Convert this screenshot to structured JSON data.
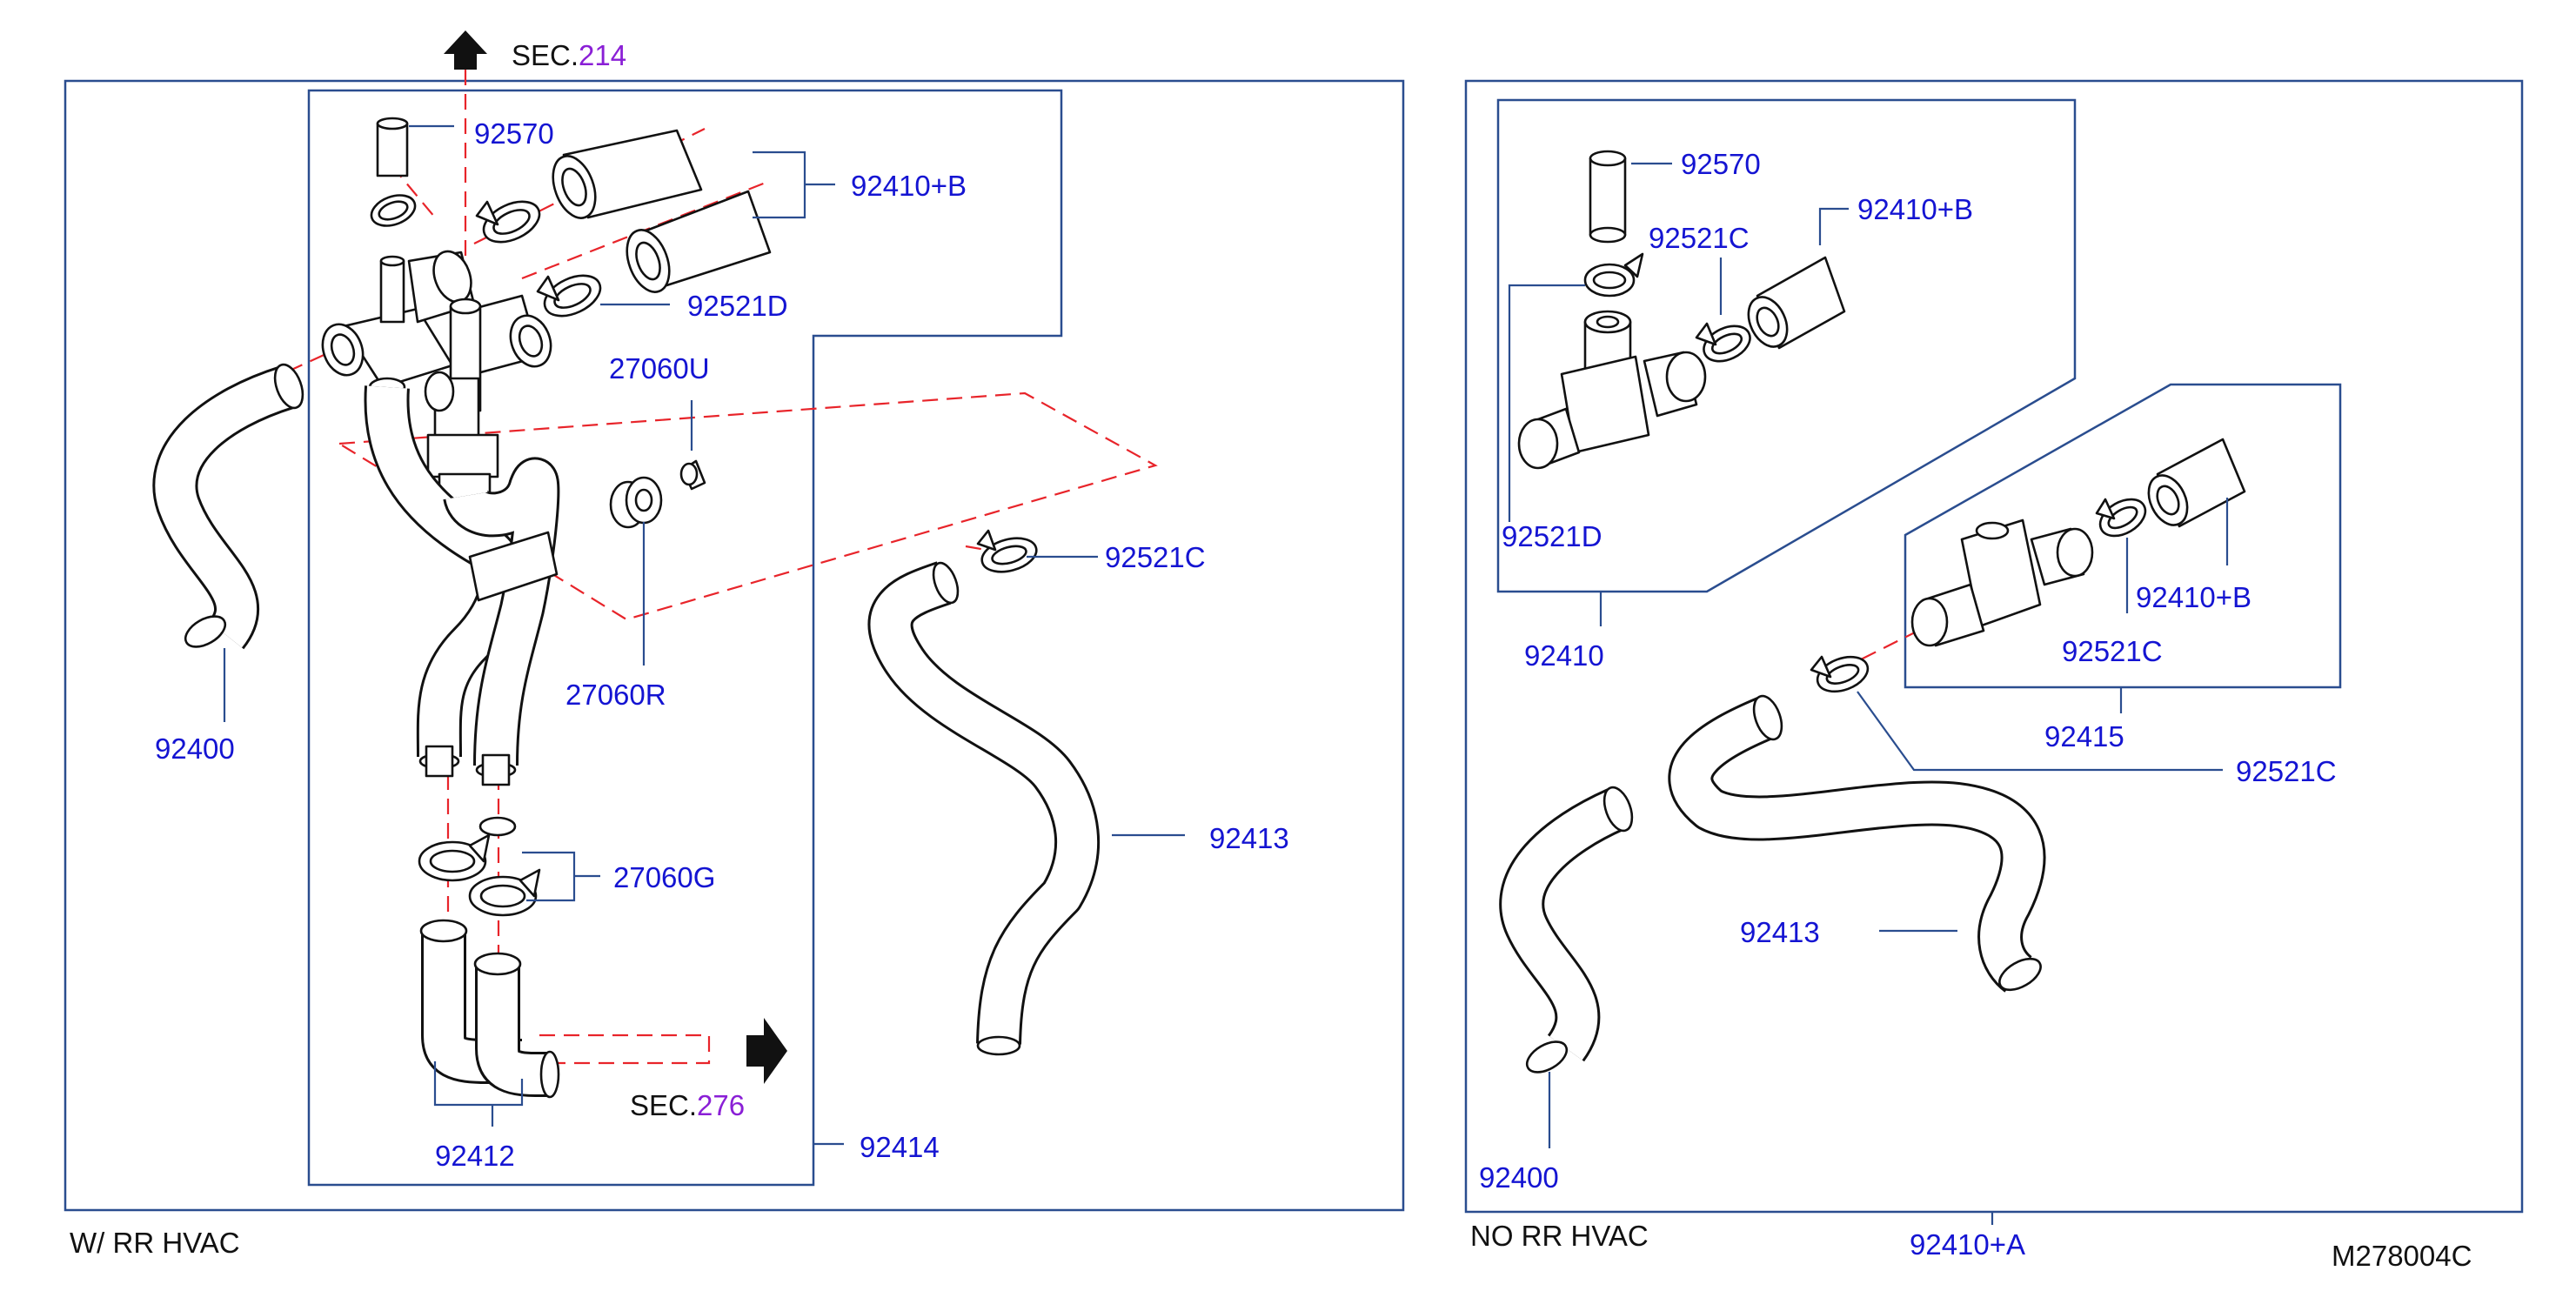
{
  "colors": {
    "frame": "#2a4d8f",
    "part_number": "#1414d2",
    "section_number": "#8a1fd6",
    "centerline": "#e8242a",
    "outline": "#111111"
  },
  "left": {
    "caption": "W/ RR HVAC",
    "sec_top": {
      "prefix": "SEC.",
      "number": "214"
    },
    "sec_right": {
      "prefix": "SEC.",
      "number": "276"
    },
    "labels": {
      "p92570": "92570",
      "p92410b": "92410+B",
      "p92521d": "92521D",
      "p27060u": "27060U",
      "p92521c": "92521C",
      "p92400": "92400",
      "p27060r": "27060R",
      "p92413": "92413",
      "p27060g": "27060G",
      "p92412": "92412",
      "p92414": "92414"
    }
  },
  "right": {
    "caption": "NO RR HVAC",
    "labels": {
      "p92570": "92570",
      "p92410b_top": "92410+B",
      "p92521c_top": "92521C",
      "p92521d": "92521D",
      "p92410": "92410",
      "p92410b_mid": "92410+B",
      "p92521c_mid": "92521C",
      "p92415": "92415",
      "p92521c_low": "92521C",
      "p92413": "92413",
      "p92400": "92400",
      "p92410a": "92410+A"
    }
  },
  "figure_code": "M278004C",
  "icons": [
    "arrow-up-icon",
    "arrow-right-icon"
  ]
}
